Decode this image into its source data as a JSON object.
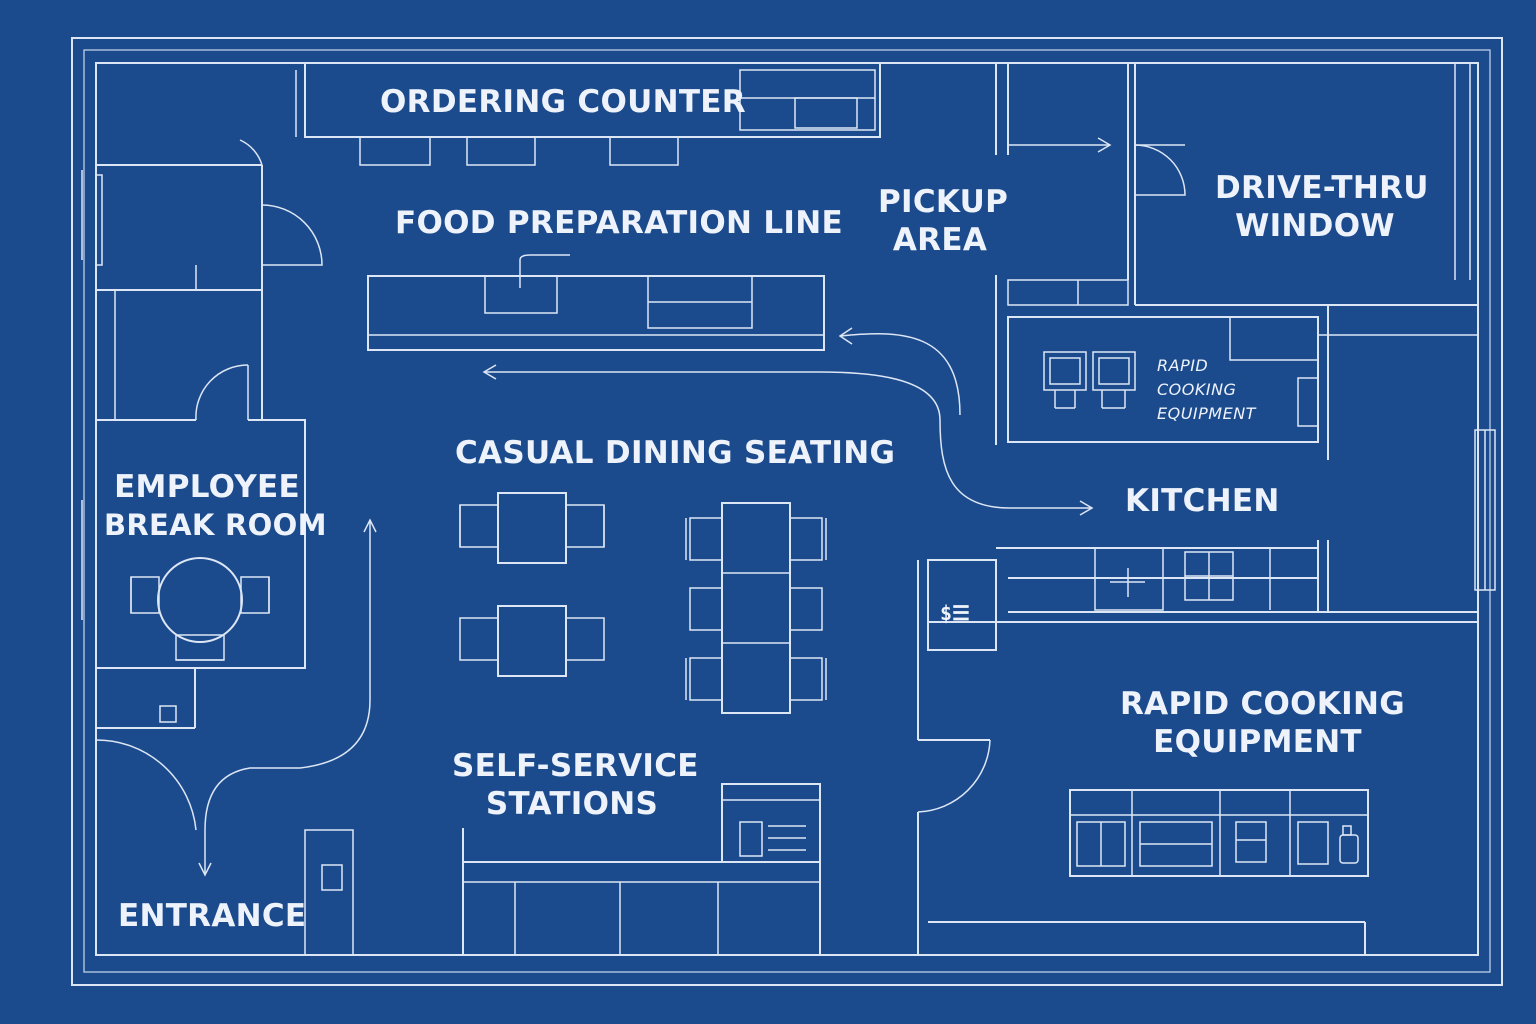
{
  "rooms": {
    "ordering_counter": "ORDERING COUNTER",
    "food_prep_line": "FOOD PREPARATION LINE",
    "pickup_area": [
      "PICKUP",
      "AREA"
    ],
    "drive_thru_window": [
      "DRIVE-THRU",
      "WINDOW"
    ],
    "rapid_cooking_small": [
      "RAPID",
      "COOKING",
      "EQUIPMENT"
    ],
    "casual_dining": "CASUAL DINING SEATING",
    "employee_break_room": [
      "EMPLOYEE",
      "BREAK ROOM"
    ],
    "kitchen": "KITCHEN",
    "rapid_cooking_large": [
      "RAPID COOKING",
      "EQUIPMENT"
    ],
    "self_service": [
      "SELF-SERVICE",
      "STATIONS"
    ],
    "entrance": "ENTRANCE"
  },
  "menu_sign": "$☰",
  "colors": {
    "background": "#1c4b8d",
    "lines": "#dce6f5",
    "text": "#eef3fb"
  },
  "icons": [
    "door-swing-icon",
    "flow-arrow-icon",
    "table-icon",
    "chair-icon",
    "appliance-icon"
  ]
}
